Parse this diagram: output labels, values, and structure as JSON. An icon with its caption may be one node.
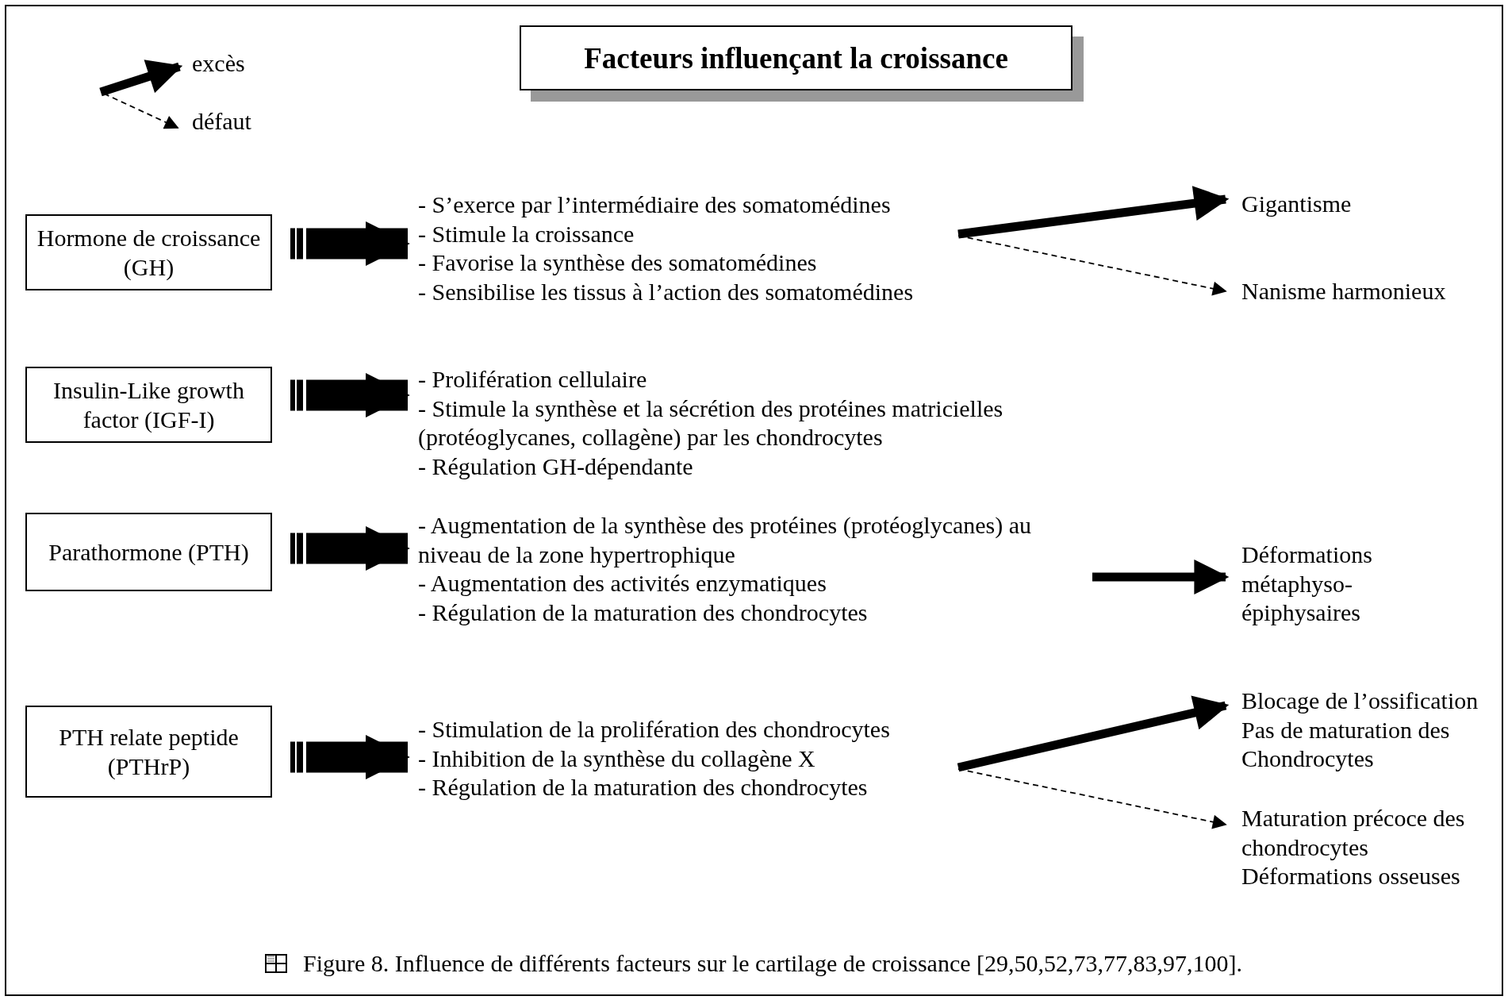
{
  "diagram": {
    "title": "Facteurs influençant la croissance",
    "caption": "Figure 8. Influence de différents facteurs sur le cartilage de croissance [29,50,52,73,77,83,97,100].",
    "nodes": [
      {
        "text": [
          "Hormone de croissance (GH)"
        ]
      },
      {
        "text": [
          "- S’exerce par l’intermédiaire des somatomédines",
          "- Stimule la croissance",
          "- Favorise la synthèse des somatomédines",
          "- Sensibilise les tissus à l’action des somatomédines"
        ]
      },
      {
        "text": [
          "Gigantisme"
        ]
      },
      {
        "text": [
          "Nanisme harmonieux"
        ]
      },
      {
        "text": [
          "Insulin-Like growth factor (IGF-I)"
        ]
      },
      {
        "text": [
          "- Prolifération cellulaire",
          "- Stimule la synthèse et la sécrétion des protéines matricielles (protéoglycanes, collagène) par les chondrocytes",
          "- Régulation GH-dépendante"
        ]
      },
      {
        "text": [
          "Parathormone (PTH)"
        ]
      },
      {
        "text": [
          "- Augmentation de la synthèse des protéines (protéoglycanes) au niveau de la zone hypertrophique",
          "- Augmentation des activités enzymatiques",
          "- Régulation de la maturation des chondrocytes"
        ]
      },
      {
        "text": [
          "Déformations métaphyso-épiphysaires"
        ]
      },
      {
        "text": [
          "PTH relate peptide (PTHrP)"
        ]
      },
      {
        "text": [
          "- Stimulation de la prolifération des chondrocytes",
          "- Inhibition de la synthèse du collagène X",
          "- Régulation de la maturation des chondrocytes"
        ]
      },
      {
        "text": [
          "Blocage de l’ossification",
          "Pas de maturation des Chondrocytes"
        ]
      },
      {
        "text": [
          "Maturation précoce des chondrocytes",
          "Déformations osseuses"
        ]
      }
    ],
    "edges": [
      {
        "from": 0,
        "to": 1,
        "arrow": "to",
        "style": "thick"
      },
      {
        "from": 1,
        "to": 2,
        "arrow": "to"
      },
      {
        "from": 1,
        "to": 3,
        "arrow": "to",
        "style": "dashed"
      },
      {
        "from": 4,
        "to": 5,
        "arrow": "to",
        "style": "thick"
      },
      {
        "from": 6,
        "to": 7,
        "arrow": "to",
        "style": "thick"
      },
      {
        "from": 7,
        "to": 8,
        "arrow": "to"
      },
      {
        "from": 9,
        "to": 10,
        "arrow": "to",
        "style": "thick"
      },
      {
        "from": 10,
        "to": 11,
        "arrow": "to"
      },
      {
        "from": 10,
        "to": 12,
        "arrow": "to",
        "style": "dashed"
      }
    ],
    "legend": [
      {
        "text": "excès"
      },
      {
        "text": "défaut"
      }
    ]
  }
}
